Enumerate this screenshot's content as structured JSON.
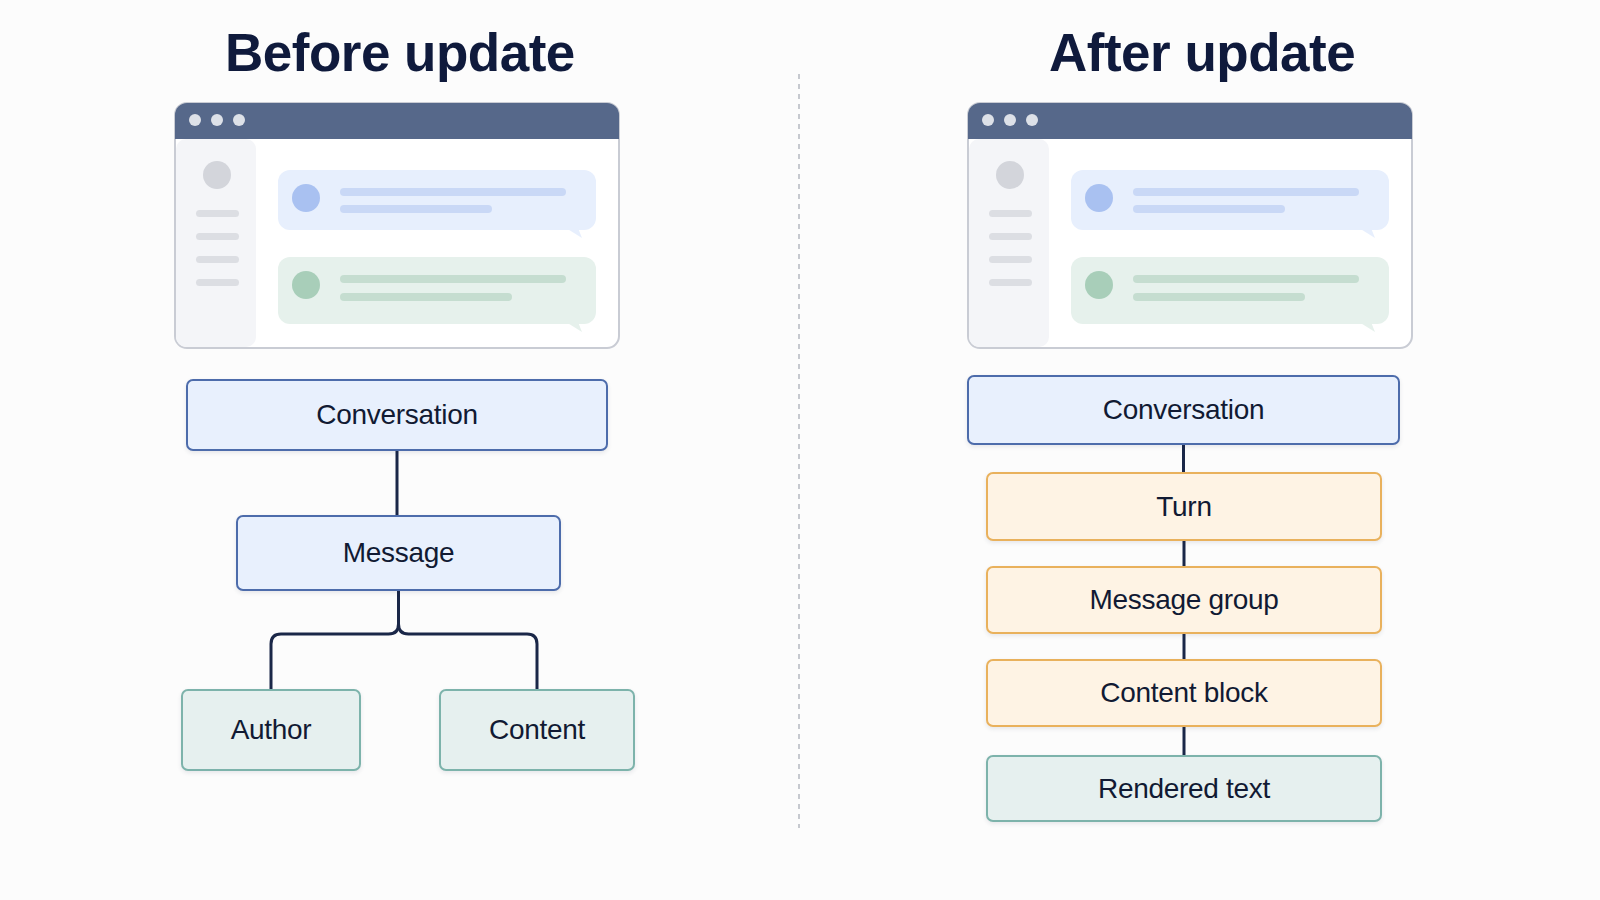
{
  "diagram": {
    "nodes": [
      {
        "text": [
          "Conversation"
        ]
      },
      {
        "text": [
          "Message"
        ]
      },
      {
        "text": [
          "Author"
        ]
      },
      {
        "text": [
          "Content"
        ]
      },
      {
        "text": [
          "Conversation"
        ]
      },
      {
        "text": [
          "Turn"
        ]
      },
      {
        "text": [
          "Message group"
        ]
      },
      {
        "text": [
          "Content block"
        ]
      },
      {
        "text": [
          "Rendered text"
        ]
      }
    ],
    "edges": [
      {
        "from": 0,
        "to": 1,
        "arrow": "none"
      },
      {
        "from": 1,
        "to": 2,
        "arrow": "none"
      },
      {
        "from": 1,
        "to": 3,
        "arrow": "none"
      },
      {
        "from": 4,
        "to": 5,
        "arrow": "none"
      },
      {
        "from": 5,
        "to": 6,
        "arrow": "none"
      },
      {
        "from": 6,
        "to": 7,
        "arrow": "none"
      },
      {
        "from": 7,
        "to": 8,
        "arrow": "none"
      }
    ],
    "labels": [
      "Before update",
      "After update"
    ]
  }
}
